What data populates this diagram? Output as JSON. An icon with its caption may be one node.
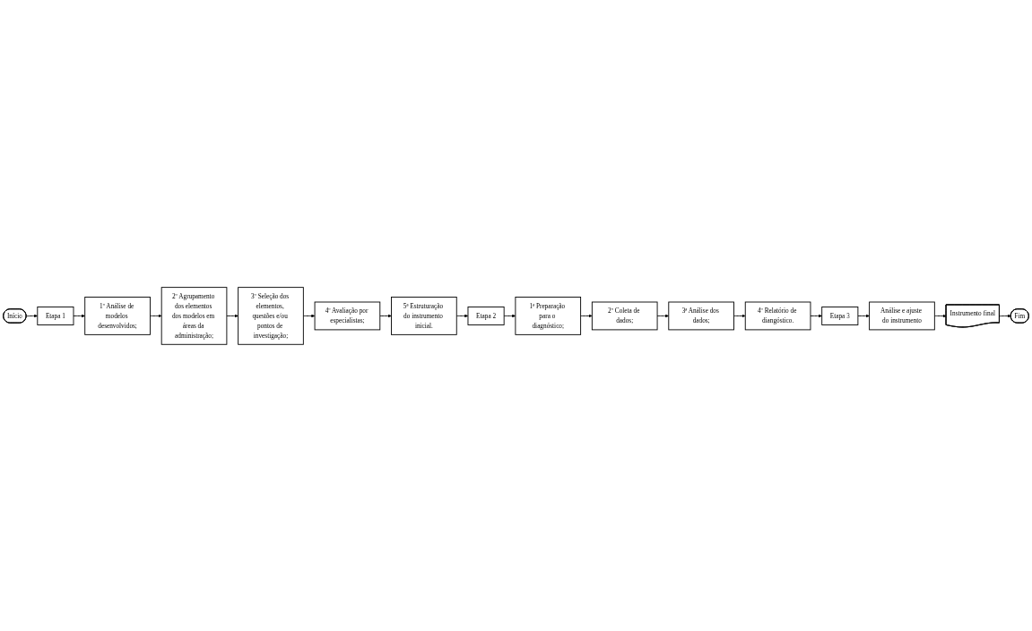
{
  "diagram": {
    "nodes": [
      {
        "text": [
          "Início"
        ]
      },
      {
        "text": [
          "Etapa 1"
        ]
      },
      {
        "text": [
          "1º Análise de modelos desenvolvidos;"
        ]
      },
      {
        "text": [
          "2º Agrupamento dos elementos dos modelos em áreas da administração;"
        ]
      },
      {
        "text": [
          "3º Seleção dos elementos, questões e/ou pontos de investigação;"
        ]
      },
      {
        "text": [
          "4º Avaliação por especialistas;"
        ]
      },
      {
        "text": [
          "5ª Estruturação do instrumento inicial."
        ]
      },
      {
        "text": [
          "Etapa 2"
        ]
      },
      {
        "text": [
          "1ª Preparação para o diagnóstico;"
        ]
      },
      {
        "text": [
          "2º Coleta de dados;"
        ]
      },
      {
        "text": [
          "3ª Análise dos dados;"
        ]
      },
      {
        "text": [
          "4º Relatório de diangóstico."
        ]
      },
      {
        "text": [
          "Etapa 3"
        ]
      },
      {
        "text": [
          "Análise e ajuste do instrumento"
        ]
      },
      {
        "text": [
          "Instrumento final"
        ]
      },
      {
        "text": [
          "Fim"
        ]
      }
    ],
    "edges": [
      {
        "from": 0,
        "to": 1,
        "arrow": "to"
      },
      {
        "from": 1,
        "to": 2,
        "arrow": "to"
      },
      {
        "from": 2,
        "to": 3,
        "arrow": "to"
      },
      {
        "from": 3,
        "to": 4,
        "arrow": "to"
      },
      {
        "from": 4,
        "to": 5,
        "arrow": "to"
      },
      {
        "from": 5,
        "to": 6,
        "arrow": "to"
      },
      {
        "from": 6,
        "to": 7,
        "arrow": "to"
      },
      {
        "from": 7,
        "to": 8,
        "arrow": "to"
      },
      {
        "from": 8,
        "to": 9,
        "arrow": "to"
      },
      {
        "from": 9,
        "to": 10,
        "arrow": "to"
      },
      {
        "from": 10,
        "to": 11,
        "arrow": "to"
      },
      {
        "from": 11,
        "to": 12,
        "arrow": "to"
      },
      {
        "from": 12,
        "to": 13,
        "arrow": "to"
      },
      {
        "from": 13,
        "to": 14,
        "arrow": "to"
      },
      {
        "from": 14,
        "to": 15,
        "arrow": "to"
      }
    ]
  }
}
